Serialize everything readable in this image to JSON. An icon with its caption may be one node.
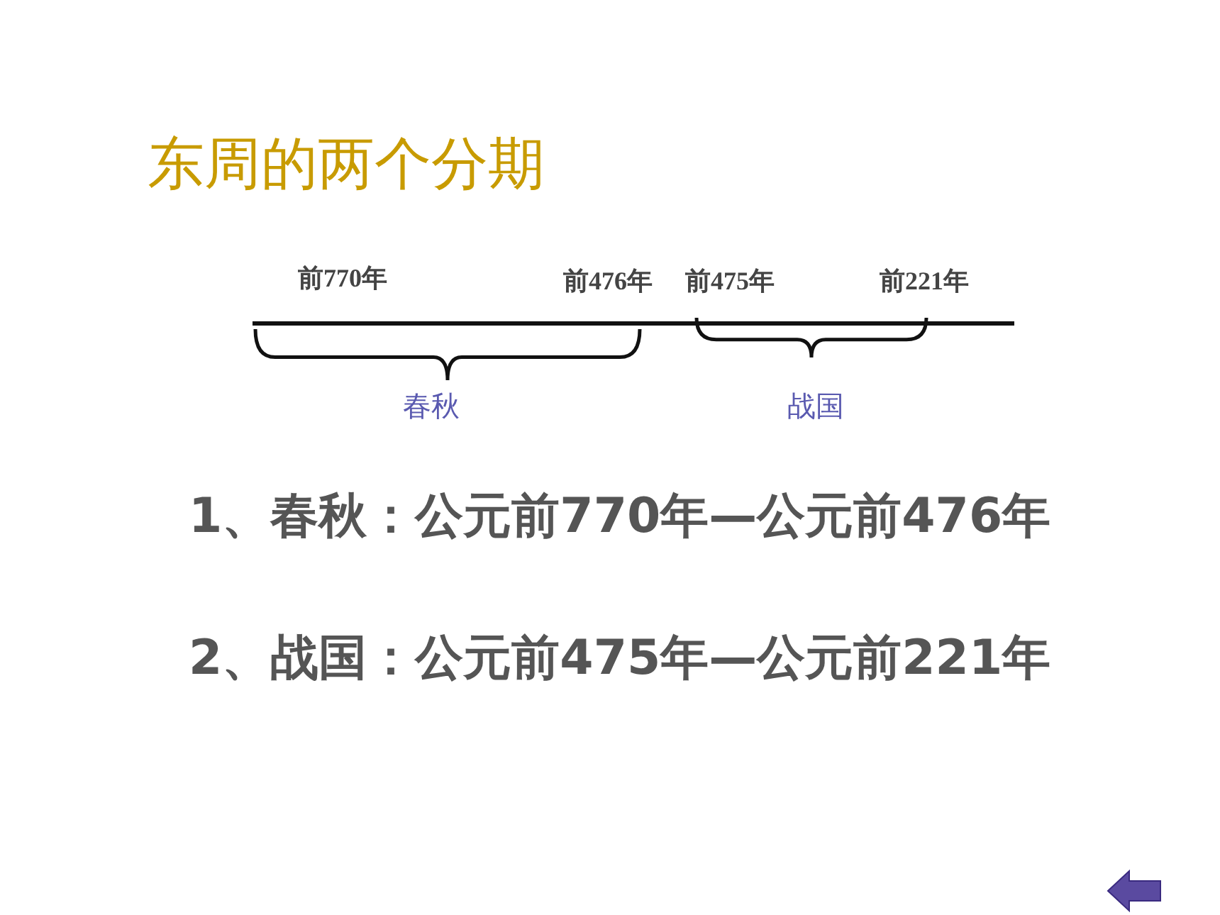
{
  "diagram": {
    "title": "东周的两个分期",
    "labels": [
      "前770年",
      "前476年",
      "前475年",
      "前221年",
      "春秋",
      "战国",
      "1、春秋：公元前770年—公元前476年",
      "2、战国：公元前475年—公元前221年"
    ]
  }
}
